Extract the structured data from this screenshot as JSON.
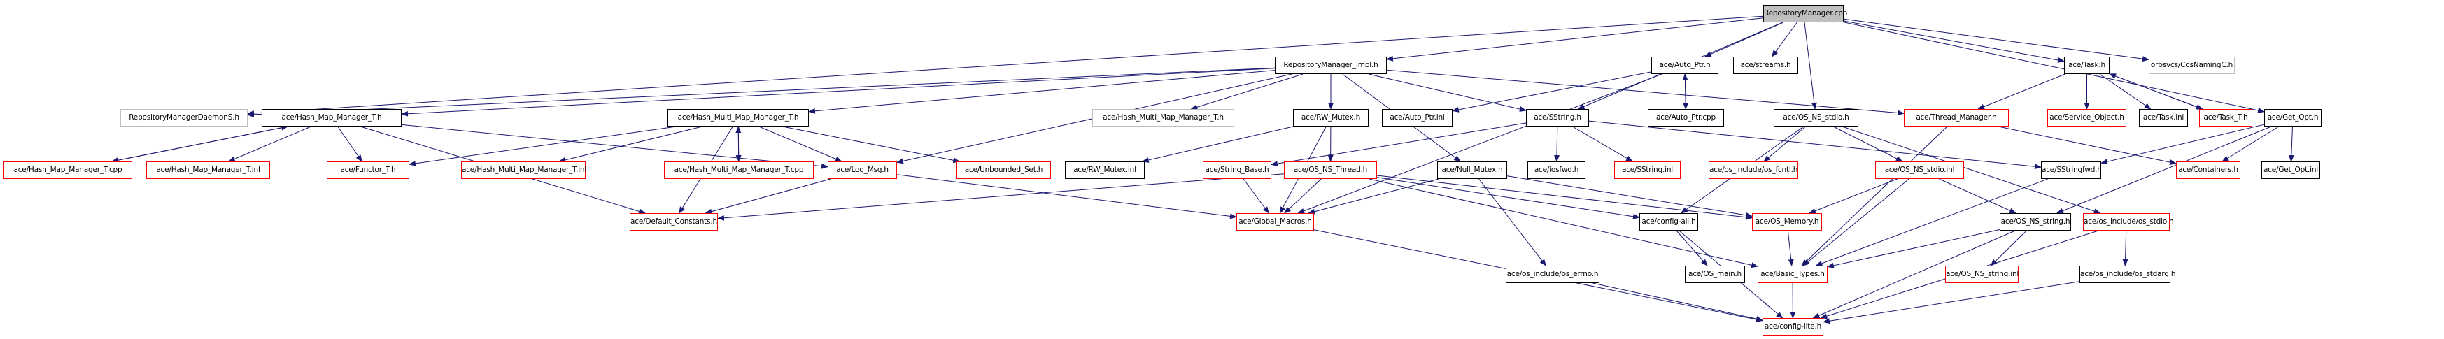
{
  "graph": {
    "title": "RepositoryManager.cpp include dependency graph",
    "colors": {
      "edge": "#191970",
      "truncated_border": "#ff0000",
      "missing_border": "#bfbfbf",
      "root_fill": "#bfbfbf",
      "normal_border": "#000000"
    },
    "nodes": [
      {
        "id": "n0",
        "label": "RepositoryManager.cpp",
        "kind": "root"
      },
      {
        "id": "n1",
        "label": "RepositoryManager_Impl.h",
        "kind": "normal"
      },
      {
        "id": "n2",
        "label": "ace/Auto_Ptr.h",
        "kind": "normal"
      },
      {
        "id": "n3",
        "label": "ace/streams.h",
        "kind": "normal"
      },
      {
        "id": "n4",
        "label": "ace/Task.h",
        "kind": "normal"
      },
      {
        "id": "n5",
        "label": "orbsvcs/CosNamingC.h",
        "kind": "missing"
      },
      {
        "id": "n6",
        "label": "RepositoryManagerDaemonS.h",
        "kind": "missing"
      },
      {
        "id": "n7",
        "label": "ace/Hash_Map_Manager_T.h",
        "kind": "normal"
      },
      {
        "id": "n8",
        "label": "ace/Hash_Multi_Map_Manager_T.h",
        "kind": "normal"
      },
      {
        "id": "n9",
        "label": "ace/Hash_Multi_Map_Manager_T.h",
        "kind": "missing"
      },
      {
        "id": "n10",
        "label": "ace/RW_Mutex.h",
        "kind": "normal"
      },
      {
        "id": "n11",
        "label": "ace/Auto_Ptr.inl",
        "kind": "normal"
      },
      {
        "id": "n12",
        "label": "ace/SString.h",
        "kind": "normal"
      },
      {
        "id": "n13",
        "label": "ace/Auto_Ptr.cpp",
        "kind": "normal"
      },
      {
        "id": "n14",
        "label": "ace/OS_NS_stdio.h",
        "kind": "normal"
      },
      {
        "id": "n15",
        "label": "ace/Thread_Manager.h",
        "kind": "truncated"
      },
      {
        "id": "n16",
        "label": "ace/Service_Object.h",
        "kind": "truncated"
      },
      {
        "id": "n17",
        "label": "ace/Task.inl",
        "kind": "normal"
      },
      {
        "id": "n18",
        "label": "ace/Task_T.h",
        "kind": "truncated"
      },
      {
        "id": "n19",
        "label": "ace/Get_Opt.h",
        "kind": "normal"
      },
      {
        "id": "n20",
        "label": "ace/Hash_Map_Manager_T.cpp",
        "kind": "truncated"
      },
      {
        "id": "n21",
        "label": "ace/Hash_Map_Manager_T.inl",
        "kind": "truncated"
      },
      {
        "id": "n22",
        "label": "ace/Functor_T.h",
        "kind": "truncated"
      },
      {
        "id": "n23",
        "label": "ace/Hash_Multi_Map_Manager_T.inl",
        "kind": "truncated"
      },
      {
        "id": "n24",
        "label": "ace/Hash_Multi_Map_Manager_T.cpp",
        "kind": "truncated"
      },
      {
        "id": "n25",
        "label": "ace/Log_Msg.h",
        "kind": "truncated"
      },
      {
        "id": "n26",
        "label": "ace/Unbounded_Set.h",
        "kind": "truncated"
      },
      {
        "id": "n27",
        "label": "ace/RW_Mutex.inl",
        "kind": "normal"
      },
      {
        "id": "n28",
        "label": "ace/String_Base.h",
        "kind": "truncated"
      },
      {
        "id": "n29",
        "label": "ace/OS_NS_Thread.h",
        "kind": "truncated"
      },
      {
        "id": "n30",
        "label": "ace/Null_Mutex.h",
        "kind": "normal"
      },
      {
        "id": "n31",
        "label": "ace/iosfwd.h",
        "kind": "normal"
      },
      {
        "id": "n32",
        "label": "ace/SString.inl",
        "kind": "truncated"
      },
      {
        "id": "n33",
        "label": "ace/os_include/os_fcntl.h",
        "kind": "truncated"
      },
      {
        "id": "n34",
        "label": "ace/OS_NS_stdio.inl",
        "kind": "truncated"
      },
      {
        "id": "n35",
        "label": "ace/SStringfwd.h",
        "kind": "normal"
      },
      {
        "id": "n36",
        "label": "ace/Containers.h",
        "kind": "truncated"
      },
      {
        "id": "n37",
        "label": "ace/Get_Opt.inl",
        "kind": "normal"
      },
      {
        "id": "n38",
        "label": "ace/Default_Constants.h",
        "kind": "truncated"
      },
      {
        "id": "n39",
        "label": "ace/Global_Macros.h",
        "kind": "truncated"
      },
      {
        "id": "n40",
        "label": "ace/config-all.h",
        "kind": "normal"
      },
      {
        "id": "n41",
        "label": "ace/OS_Memory.h",
        "kind": "truncated"
      },
      {
        "id": "n42",
        "label": "ace/OS_NS_string.h",
        "kind": "normal"
      },
      {
        "id": "n43",
        "label": "ace/os_include/os_stdio.h",
        "kind": "truncated"
      },
      {
        "id": "n44",
        "label": "ace/os_include/os_errno.h",
        "kind": "normal"
      },
      {
        "id": "n45",
        "label": "ace/OS_main.h",
        "kind": "normal"
      },
      {
        "id": "n46",
        "label": "ace/Basic_Types.h",
        "kind": "truncated"
      },
      {
        "id": "n47",
        "label": "ace/OS_NS_string.inl",
        "kind": "truncated"
      },
      {
        "id": "n48",
        "label": "ace/os_include/os_stdarg.h",
        "kind": "normal"
      },
      {
        "id": "n49",
        "label": "ace/config-lite.h",
        "kind": "truncated"
      }
    ],
    "edges": [
      [
        "n0",
        "n1"
      ],
      [
        "n0",
        "n2"
      ],
      [
        "n0",
        "n3"
      ],
      [
        "n0",
        "n4"
      ],
      [
        "n0",
        "n5"
      ],
      [
        "n0",
        "n12"
      ],
      [
        "n0",
        "n14"
      ],
      [
        "n0",
        "n19"
      ],
      [
        "n0",
        "n6"
      ],
      [
        "n1",
        "n6"
      ],
      [
        "n1",
        "n7"
      ],
      [
        "n1",
        "n8"
      ],
      [
        "n1",
        "n9"
      ],
      [
        "n1",
        "n10"
      ],
      [
        "n1",
        "n12"
      ],
      [
        "n1",
        "n30"
      ],
      [
        "n1",
        "n25"
      ],
      [
        "n1",
        "n15"
      ],
      [
        "n2",
        "n11"
      ],
      [
        "n2",
        "n13"
      ],
      [
        "n13",
        "n2"
      ],
      [
        "n2",
        "n39"
      ],
      [
        "n4",
        "n15"
      ],
      [
        "n4",
        "n16"
      ],
      [
        "n4",
        "n17"
      ],
      [
        "n4",
        "n18"
      ],
      [
        "n18",
        "n4"
      ],
      [
        "n7",
        "n20"
      ],
      [
        "n20",
        "n7"
      ],
      [
        "n7",
        "n21"
      ],
      [
        "n7",
        "n22"
      ],
      [
        "n7",
        "n38"
      ],
      [
        "n7",
        "n25"
      ],
      [
        "n8",
        "n22"
      ],
      [
        "n8",
        "n23"
      ],
      [
        "n8",
        "n24"
      ],
      [
        "n24",
        "n8"
      ],
      [
        "n8",
        "n25"
      ],
      [
        "n8",
        "n26"
      ],
      [
        "n8",
        "n38"
      ],
      [
        "n10",
        "n27"
      ],
      [
        "n10",
        "n29"
      ],
      [
        "n10",
        "n39"
      ],
      [
        "n12",
        "n28"
      ],
      [
        "n12",
        "n31"
      ],
      [
        "n12",
        "n32"
      ],
      [
        "n12",
        "n35"
      ],
      [
        "n14",
        "n33"
      ],
      [
        "n14",
        "n34"
      ],
      [
        "n14",
        "n40"
      ],
      [
        "n14",
        "n43"
      ],
      [
        "n15",
        "n36"
      ],
      [
        "n15",
        "n46"
      ],
      [
        "n19",
        "n35"
      ],
      [
        "n19",
        "n36"
      ],
      [
        "n19",
        "n37"
      ],
      [
        "n19",
        "n42"
      ],
      [
        "n25",
        "n38"
      ],
      [
        "n25",
        "n39"
      ],
      [
        "n28",
        "n39"
      ],
      [
        "n29",
        "n39"
      ],
      [
        "n29",
        "n38"
      ],
      [
        "n29",
        "n40"
      ],
      [
        "n29",
        "n41"
      ],
      [
        "n29",
        "n46"
      ],
      [
        "n30",
        "n39"
      ],
      [
        "n30",
        "n44"
      ],
      [
        "n30",
        "n41"
      ],
      [
        "n34",
        "n41"
      ],
      [
        "n34",
        "n42"
      ],
      [
        "n34",
        "n46"
      ],
      [
        "n35",
        "n46"
      ],
      [
        "n40",
        "n45"
      ],
      [
        "n40",
        "n49"
      ],
      [
        "n41",
        "n46"
      ],
      [
        "n42",
        "n46"
      ],
      [
        "n42",
        "n47"
      ],
      [
        "n42",
        "n49"
      ],
      [
        "n43",
        "n48"
      ],
      [
        "n43",
        "n49"
      ],
      [
        "n39",
        "n49"
      ],
      [
        "n44",
        "n49"
      ],
      [
        "n46",
        "n49"
      ],
      [
        "n48",
        "n49"
      ]
    ]
  }
}
